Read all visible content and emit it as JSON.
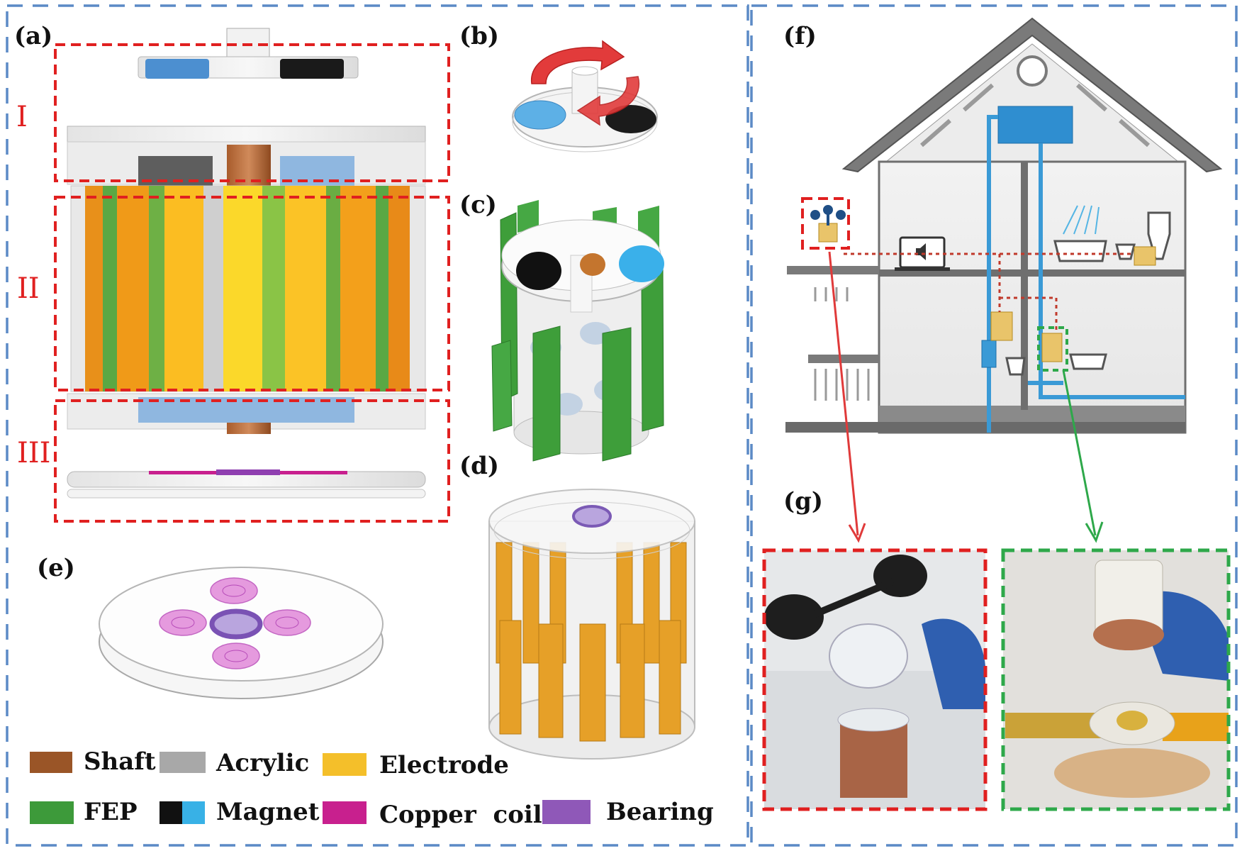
{
  "panels": {
    "a": "(a)",
    "b": "(b)",
    "c": "(c)",
    "d": "(d)",
    "e": "(e)",
    "f": "(f)",
    "g": "(g)"
  },
  "regions": [
    "I",
    "II",
    "III"
  ],
  "legend": [
    {
      "label": "Shaft",
      "colors": [
        "#9a5527"
      ]
    },
    {
      "label": "Acrylic",
      "colors": [
        "#a8a8a8"
      ]
    },
    {
      "label": "Electrode",
      "colors": [
        "#f4bf2a"
      ]
    },
    {
      "label": "FEP",
      "colors": [
        "#3d9a3a"
      ]
    },
    {
      "label": "Magnet",
      "colors": [
        "#111111",
        "#38b1e6"
      ]
    },
    {
      "label": "Copper  coil",
      "colors": [
        "#c8208e"
      ]
    },
    {
      "label": "Bearing",
      "colors": [
        "#8f58b8"
      ]
    }
  ],
  "colors": {
    "frame": "#5b8ac6",
    "region_box": "#e02020",
    "wind_box": "#e02020",
    "water_box": "#2ea84a",
    "pipe": "#3a9ad6"
  },
  "icons": {
    "laptop": "speaker-icon",
    "wind": "anemometer-icon",
    "rotation": "rotation-arrows-icon"
  }
}
